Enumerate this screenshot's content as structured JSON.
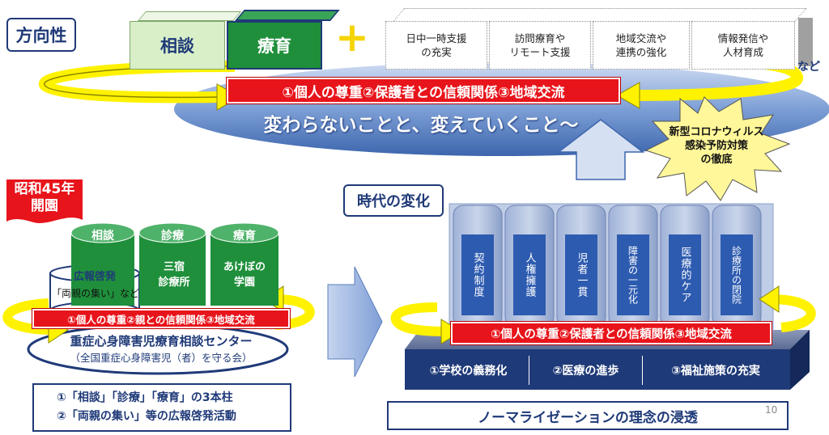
{
  "top": {
    "direction_label": "方向性",
    "box_consultation": "相談",
    "box_therapy": "療育",
    "expansion_items": [
      "日中一時支援\nの充実",
      "訪問療育や\nリモート支援",
      "地域交流や\n連携の強化",
      "情報発信や\n人材育成"
    ],
    "etc_label": "など",
    "principles": "①個人の尊重②保護者との信頼関係③地域交流",
    "slogan": "変わらないことと、変えていくこと～",
    "covid_burst": "新型コロナウィルス\n感染予防対策\nの徹底"
  },
  "left": {
    "founded_flag": "昭和45年\n開園",
    "cylinder_pr_title": "広報啓発",
    "cylinder_pr_sub": "「両親の集い」など",
    "cylinders": [
      {
        "title": "相談",
        "sub": ""
      },
      {
        "title": "診療",
        "sub": "三宿\n診療所"
      },
      {
        "title": "療育",
        "sub": "あけぼの\n学園"
      }
    ],
    "principles": "①個人の尊重②親との信頼関係③地域交流",
    "center_name": "重症心身障害児療育相談センター",
    "org_name": "（全国重症心身障害児（者）を守る会）",
    "summary_lines": [
      "①「相談」「診療」「療育」の3本柱",
      "②「両親の集い」等の広報啓発活動"
    ]
  },
  "right": {
    "era_change": "時代の変化",
    "pillars": [
      "契約制度",
      "人権擁護",
      "児者一貫",
      "障害の一元化",
      "医療的ケア",
      "診療所の閉院"
    ],
    "principles": "①個人の尊重②保護者との信頼関係③地域交流",
    "foundations": [
      "①学校の義務化",
      "②医療の進歩",
      "③福祉施策の充実"
    ],
    "normalization": "ノーマライゼーションの理念の浸透",
    "page_number": "10"
  },
  "colors": {
    "green_dark": "#1f8f3b",
    "green_light": "#d9efc8",
    "navy": "#1f3a78",
    "red": "#e8141b",
    "yellow": "#fff200",
    "ellipse_blue": "#5b86c8"
  }
}
